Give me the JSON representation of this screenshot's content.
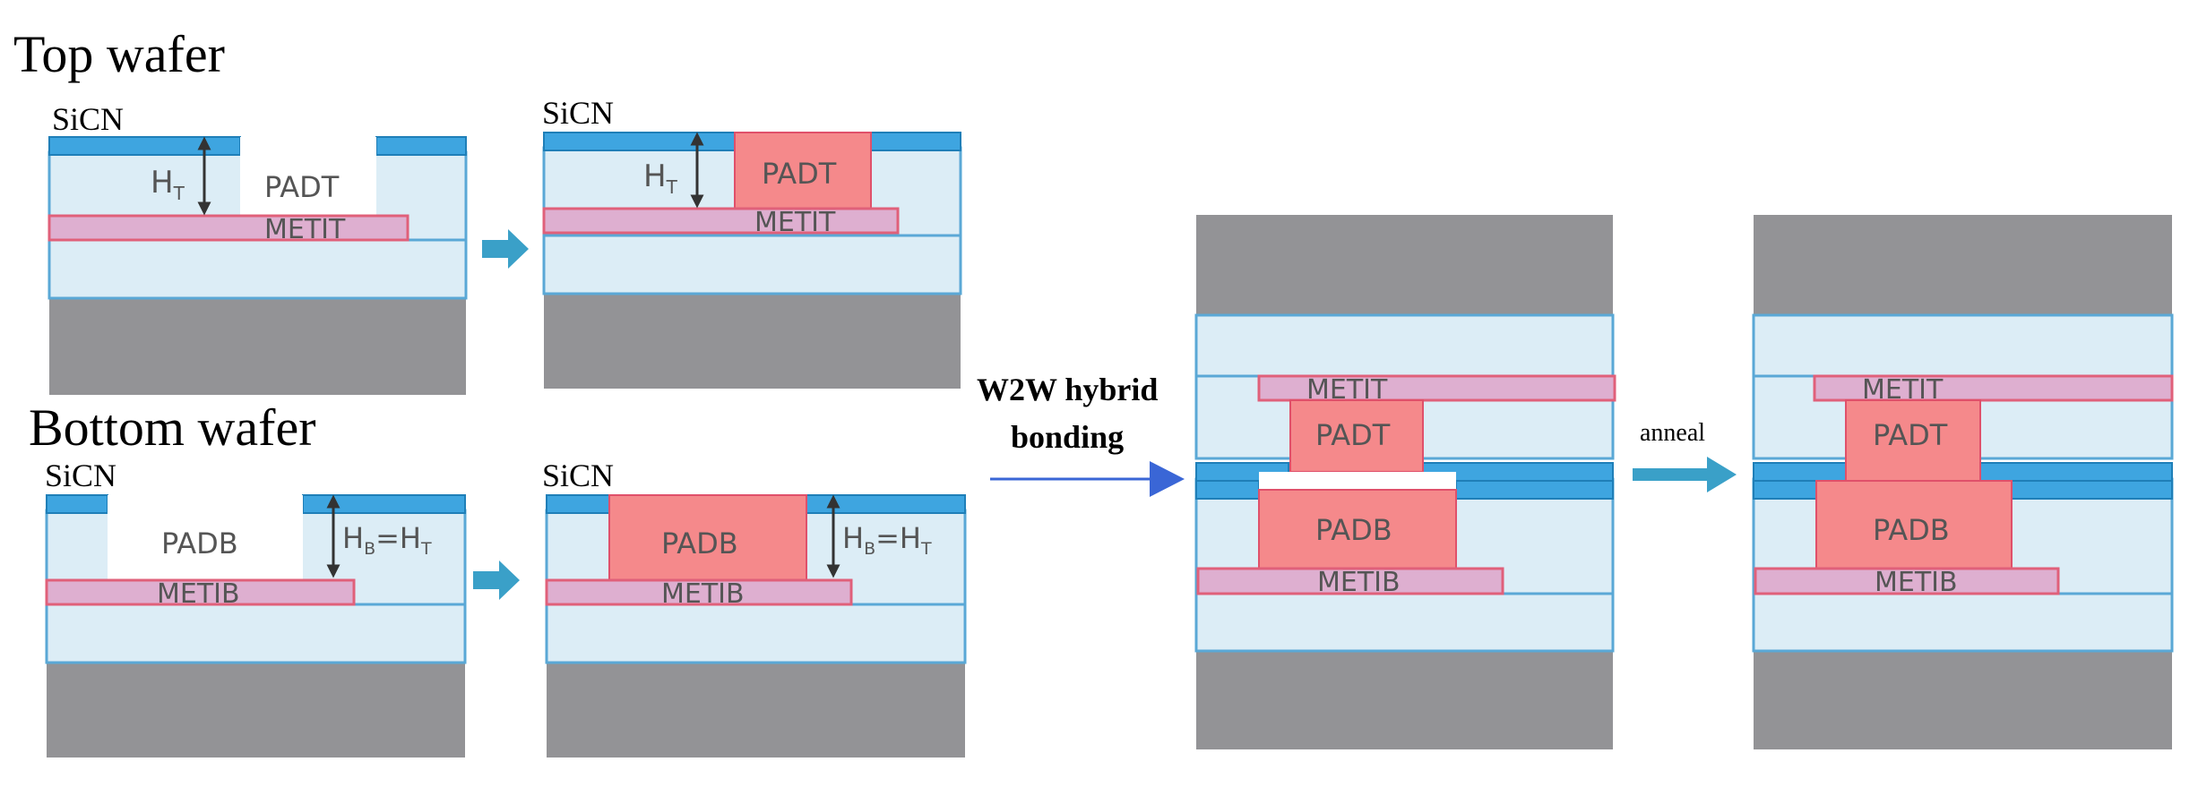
{
  "labels": {
    "top_wafer": "Top wafer",
    "bottom_wafer": "Bottom wafer",
    "sicn": "SiCN",
    "padt": "PADT",
    "padb": "PADB",
    "metit": "METIT",
    "metib": "METIB",
    "ht": "H",
    "ht_sub": "T",
    "hb_eq_ht_b": "H",
    "hb_sub": "B",
    "hb_eq": "=H",
    "hb_eq_sub": "T",
    "w2w_line1": "W2W hybrid",
    "w2w_line2": "bonding",
    "anneal": "anneal"
  },
  "colors": {
    "dielectric": "#dcedf6",
    "sicn": "#3ea5e0",
    "metal": "#deafd0",
    "pad": "#f5898b",
    "substrate": "#939396",
    "process_arrow": "#3aa0c8",
    "bonding_arrow": "#3a66d6"
  }
}
